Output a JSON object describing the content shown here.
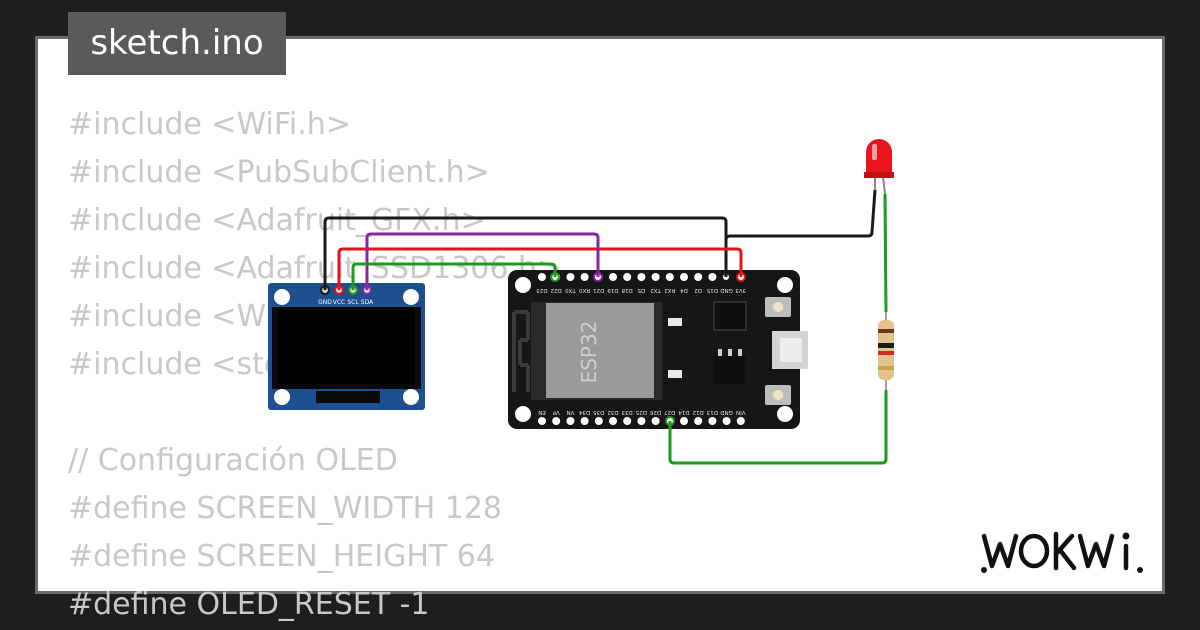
{
  "file_tab": {
    "label": "sketch.ino"
  },
  "code_lines": [
    "#include <WiFi.h>",
    "#include <PubSubClient.h>",
    "#include <Adafruit_GFX.h>",
    "#include <Adafruit_SSD1306.h>",
    "#include <Wire.h>",
    "#include <stdio.h>",
    "",
    "// Configuración OLED",
    "#define SCREEN_WIDTH 128",
    "#define SCREEN_HEIGHT 64",
    "#define OLED_RESET -1"
  ],
  "oled": {
    "pins": [
      "GND",
      "VCC",
      "SCL",
      "SDA"
    ]
  },
  "esp32": {
    "chip_label": "ESP32",
    "top_pins": [
      "D23",
      "D22",
      "TX0",
      "RX0",
      "D21",
      "D19",
      "D18",
      "D5",
      "TX2",
      "RX2",
      "D4",
      "D2",
      "D15",
      "GND",
      "3V3"
    ],
    "bottom_pins": [
      "EN",
      "VP",
      "VN",
      "D34",
      "D35",
      "D32",
      "D33",
      "D25",
      "D26",
      "D27",
      "D14",
      "D12",
      "D13",
      "GND",
      "VIN"
    ]
  },
  "brand": {
    "logo_text": "WOKWI"
  },
  "colors": {
    "background": "#1e1e1e",
    "card": "#ffffff",
    "tab": "#5a5a5a",
    "code_text": "#c8c8c8",
    "wire_black": "#1a1a1a",
    "wire_red": "#e0141a",
    "wire_purple": "#8a24a0",
    "wire_green": "#1e9a1e",
    "oled_board": "#1e4f8f",
    "esp_board": "#161616",
    "led": "#e8161c"
  }
}
